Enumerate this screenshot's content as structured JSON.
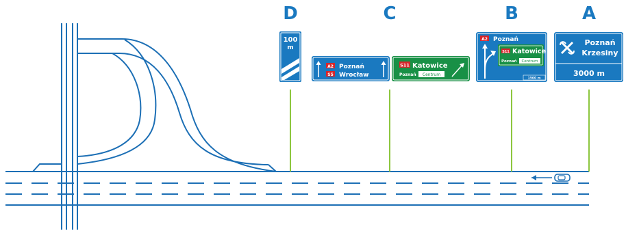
{
  "diagram": {
    "title": "",
    "colors": {
      "blue_sign": "#1a79c0",
      "green_sign": "#189046",
      "road_line": "#1c6fb5",
      "post": "#8dc63f",
      "route_badge": "#d7262b"
    },
    "markers": {
      "a": "A",
      "b": "B",
      "c": "C",
      "d": "D"
    },
    "sign_a": {
      "icon": "interchange-icon",
      "line1": "Poznań",
      "line2": "Krzesiny",
      "distance": "3000 m"
    },
    "sign_b": {
      "route": "A2",
      "city": "Poznań",
      "panel_route": "S11",
      "panel_city": "Katowice",
      "panel_sub": "Poznań",
      "panel_sub_tag": "Centrum",
      "distance": "1500 m"
    },
    "sign_c_left": {
      "route1": "A2",
      "city1": "Poznań",
      "route2": "S5",
      "city2": "Wrocław"
    },
    "sign_c_right": {
      "route": "S11",
      "city": "Katowice",
      "sub": "Poznań",
      "sub_tag": "Centrum"
    },
    "sign_d": {
      "value": "100",
      "unit": "m"
    }
  }
}
